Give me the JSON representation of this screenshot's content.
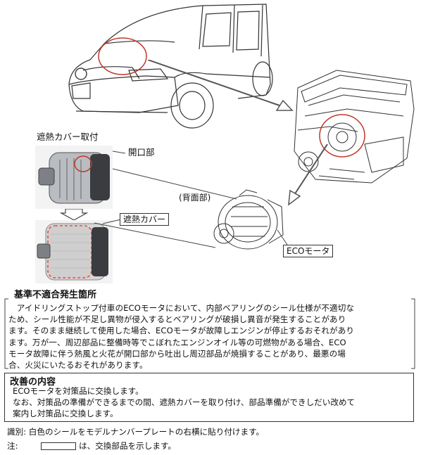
{
  "labels": {
    "heat_cover_installed": "遮熱カバー取付",
    "opening": "開口部",
    "heat_cover": "遮熱カバー",
    "back_side": "(背面部)",
    "eco_motor": "ECOモータ"
  },
  "defect": {
    "title": "基準不適合発生箇所",
    "lines": [
      "　アイドリングストップ付車のECOモータにおいて、内部ベアリングのシール仕様が不適切な",
      "ため、シール性能が不足し異物が侵入するとベアリングが破損し異音が発生することがあり",
      "ます。そのまま継続して使用した場合、ECOモータが故障しエンジンが停止するおそれがあり",
      "ます。万が一、周辺部品に整備時等でこぼれたエンジンオイル等の可燃物がある場合、ECO",
      "モータ故障に伴う熱風と火花が開口部から吐出し周辺部品が焼損することがあり、最悪の場",
      "合、火災にいたるおそれがあります。"
    ]
  },
  "remedy": {
    "title": "改善の内容",
    "lines": [
      "ECOモータを対策品に交換します。",
      "なお、対策品の準備ができるまでの間、遮熱カバーを取り付け、部品準備ができしだい改めて",
      "案内し対策品に交換します。"
    ]
  },
  "identification": "識別: 白色のシールをモデルナンバープレートの右横に貼り付けます。",
  "note": {
    "label": "注:",
    "text": "は、交換部品を示します。"
  }
}
